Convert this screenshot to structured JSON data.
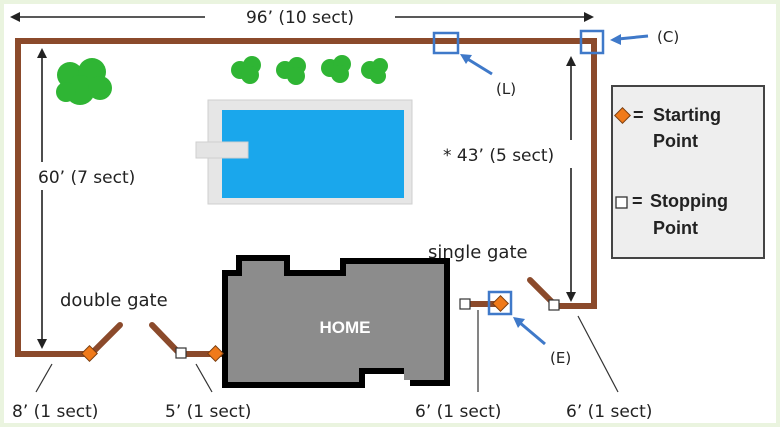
{
  "dimensions": {
    "top": "96’ (10 sect)",
    "left": "60’ (7 sect)",
    "right": "* 43’ (5 sect)"
  },
  "gates": {
    "double": "double gate",
    "single": "single gate"
  },
  "home_label": "HOME",
  "callouts": {
    "c": "(C)",
    "l": "(L)",
    "e": "(E)"
  },
  "bottom_labels": {
    "b1": "8’ (1 sect)",
    "b2": "5’ (1 sect)",
    "b3": "6’ (1 sect)",
    "b4": "6’ (1 sect)"
  },
  "legend": {
    "start_eq": "=",
    "start_1": "Starting",
    "start_2": "Point",
    "stop_eq": "=",
    "stop_1": "Stopping",
    "stop_2": "Point"
  },
  "colors": {
    "fence": "#8b4a2b",
    "pool": "#1aa7ec",
    "home": "#8c8c8c",
    "marker_start": "#f07a1a",
    "callout": "#3f79c9",
    "tree": "#2fb534",
    "background": "#eaf4df",
    "panel": "#ffffff"
  }
}
